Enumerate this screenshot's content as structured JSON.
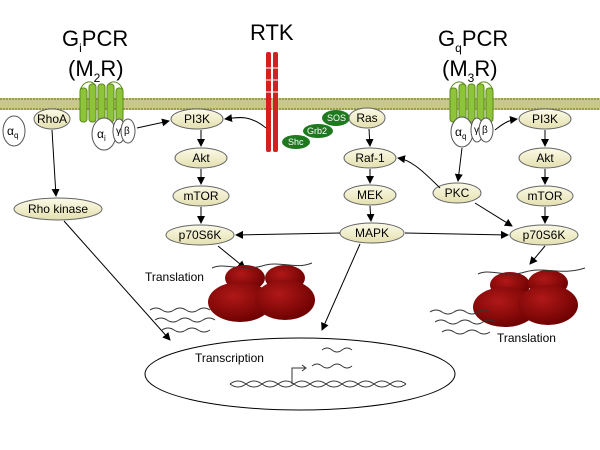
{
  "receptors": {
    "gi_title": "G",
    "gi_sub": "i",
    "gi_suffix": "PCR",
    "gi_name_a": "(M",
    "gi_name_sub": "2",
    "gi_name_b": "R)",
    "rtk": "RTK",
    "gq_title": "G",
    "gq_sub": "q",
    "gq_suffix": "PCR",
    "gq_name_a": "(M",
    "gq_name_sub": "3",
    "gq_name_b": "R)"
  },
  "subunits": {
    "alpha": "α",
    "q": "q",
    "i": "i",
    "gamma": "γ",
    "beta": "β"
  },
  "adaptors": {
    "sos": "SOS",
    "grb2": "Grb2",
    "shc": "Shc"
  },
  "nodes": {
    "rhoa": "RhoA",
    "rho_kinase": "Rho kinase",
    "pi3k_left": "PI3K",
    "akt_left": "Akt",
    "mtor_left": "mTOR",
    "p70s6k_left": "p70S6K",
    "ras": "Ras",
    "raf1": "Raf-1",
    "mek": "MEK",
    "mapk": "MAPK",
    "pkc": "PKC",
    "pi3k_right": "PI3K",
    "akt_right": "Akt",
    "mtor_right": "mTOR",
    "p70s6k_right": "p70S6K"
  },
  "labels": {
    "translation_left": "Translation",
    "translation_right": "Translation",
    "transcription": "Transcription"
  },
  "colors": {
    "node_fill": "#f0edc8",
    "membrane": "#b8b86a",
    "receptor_green": "#8ec43a",
    "rtk_red": "#d42020",
    "adaptor_green": "#1f7a1f",
    "ribosome": "#8b0000"
  }
}
